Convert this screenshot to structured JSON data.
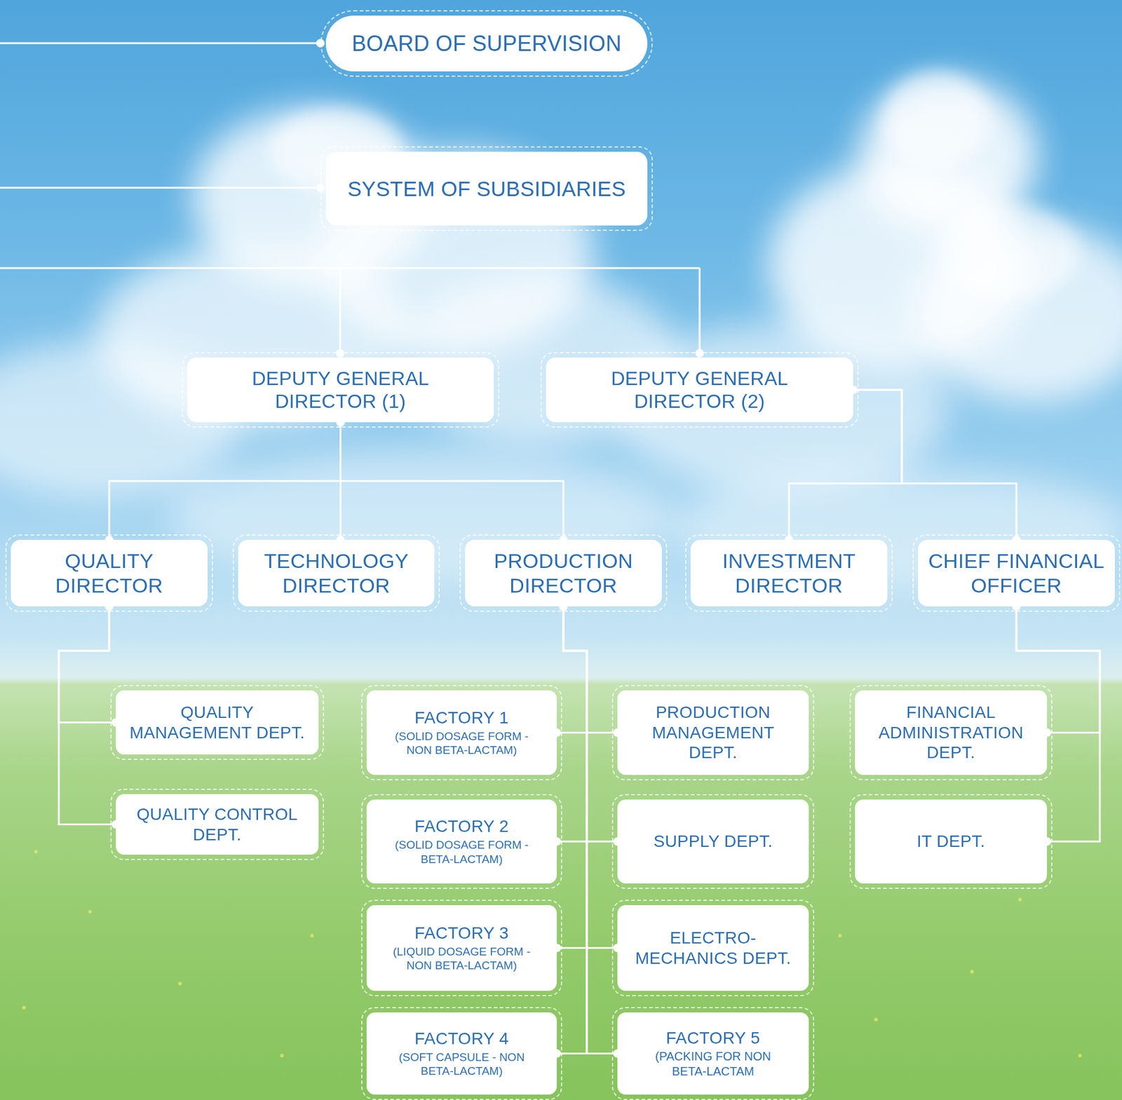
{
  "diagram": {
    "nodes": [
      {
        "text": [
          "BOARD OF SUPERVISION"
        ]
      },
      {
        "text": [
          "SYSTEM OF SUBSIDIARIES"
        ]
      },
      {
        "text": [
          "DEPUTY GENERAL DIRECTOR (1)"
        ]
      },
      {
        "text": [
          "DEPUTY GENERAL DIRECTOR (2)"
        ]
      },
      {
        "text": [
          "QUALITY DIRECTOR"
        ]
      },
      {
        "text": [
          "TECHNOLOGY DIRECTOR"
        ]
      },
      {
        "text": [
          "PRODUCTION DIRECTOR"
        ]
      },
      {
        "text": [
          "INVESTMENT DIRECTOR"
        ]
      },
      {
        "text": [
          "CHIEF FINANCIAL OFFICER"
        ]
      },
      {
        "text": [
          "QUALITY MANAGEMENT DEPT."
        ]
      },
      {
        "text": [
          "FACTORY 1",
          "(SOLID DOSAGE FORM - NON BETA-LACTAM)"
        ]
      },
      {
        "text": [
          "PRODUCTION MANAGEMENT DEPT."
        ]
      },
      {
        "text": [
          "FINANCIAL ADMINISTRATION DEPT."
        ]
      },
      {
        "text": [
          "QUALITY CONTROL DEPT."
        ]
      },
      {
        "text": [
          "FACTORY 2",
          "(SOLID DOSAGE FORM - BETA-LACTAM)"
        ]
      },
      {
        "text": [
          "SUPPLY DEPT."
        ]
      },
      {
        "text": [
          "IT DEPT."
        ]
      },
      {
        "text": [
          "FACTORY 3",
          "(LIQUID DOSAGE FORM - NON BETA-LACTAM)"
        ]
      },
      {
        "text": [
          "ELECTRO- MECHANICS DEPT."
        ]
      },
      {
        "text": [
          "FACTORY 4",
          "(SOFT CAPSULE - NON BETA-LACTAM)"
        ]
      },
      {
        "text": [
          "FACTORY 5",
          "(PACKING FOR NON BETA-LACTAM"
        ]
      }
    ],
    "edges": [
      {
        "from": 2,
        "to": 4,
        "arrow": "none"
      },
      {
        "from": 2,
        "to": 5,
        "arrow": "none"
      },
      {
        "from": 2,
        "to": 6,
        "arrow": "none"
      },
      {
        "from": 3,
        "to": 7,
        "arrow": "none"
      },
      {
        "from": 3,
        "to": 8,
        "arrow": "none"
      },
      {
        "from": 4,
        "to": 9,
        "arrow": "none"
      },
      {
        "from": 4,
        "to": 13,
        "arrow": "none"
      },
      {
        "from": 6,
        "to": 10,
        "arrow": "none"
      },
      {
        "from": 6,
        "to": 11,
        "arrow": "none"
      },
      {
        "from": 6,
        "to": 14,
        "arrow": "none"
      },
      {
        "from": 6,
        "to": 15,
        "arrow": "none"
      },
      {
        "from": 6,
        "to": 17,
        "arrow": "none"
      },
      {
        "from": 6,
        "to": 18,
        "arrow": "none"
      },
      {
        "from": 6,
        "to": 19,
        "arrow": "none"
      },
      {
        "from": 6,
        "to": 20,
        "arrow": "none"
      },
      {
        "from": 8,
        "to": 12,
        "arrow": "none"
      },
      {
        "from": 8,
        "to": 16,
        "arrow": "none"
      }
    ]
  }
}
